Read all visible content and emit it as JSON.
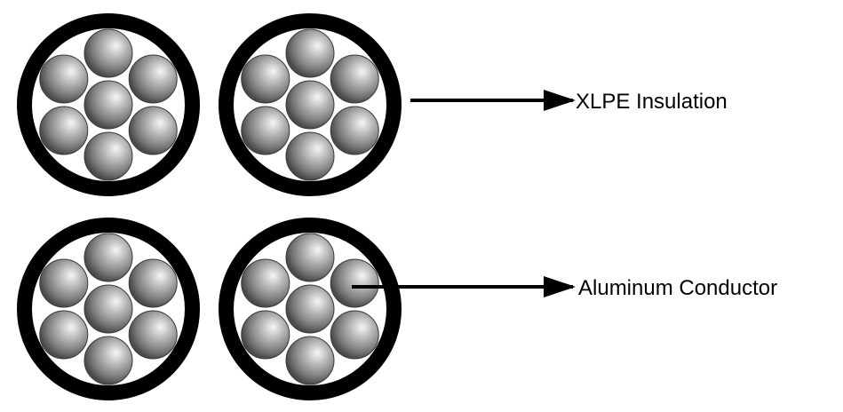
{
  "labels": {
    "insulation": "XLPE Insulation",
    "conductor": "Aluminum Conductor"
  },
  "cores": [
    {
      "id": "top-left"
    },
    {
      "id": "top-right"
    },
    {
      "id": "bottom-left"
    },
    {
      "id": "bottom-right"
    }
  ],
  "strands_per_core": 7,
  "colors": {
    "insulation": "#000000",
    "inner_fill": "#ffffff",
    "strand_highlight": "#f4f4f4",
    "strand_mid": "#9a9a9a",
    "strand_shadow": "#4a4a4a",
    "arrow": "#000000"
  }
}
